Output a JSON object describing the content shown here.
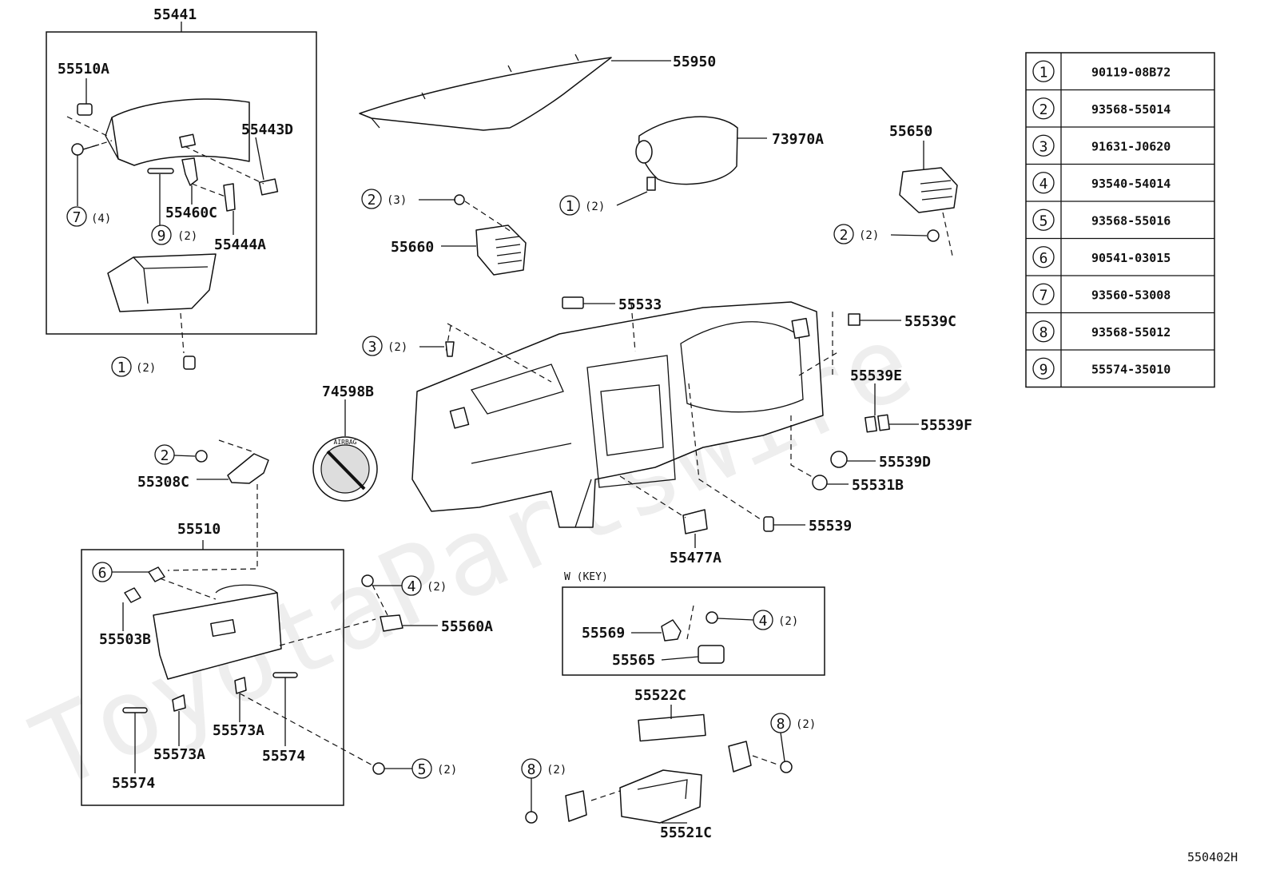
{
  "watermark": "ToyotaPartsWire",
  "diagram_code": "550402H",
  "key_box_title": "W (KEY)",
  "legend": [
    {
      "num": "1",
      "part": "90119-08B72"
    },
    {
      "num": "2",
      "part": "93568-55014"
    },
    {
      "num": "3",
      "part": "91631-J0620"
    },
    {
      "num": "4",
      "part": "93540-54014"
    },
    {
      "num": "5",
      "part": "93568-55016"
    },
    {
      "num": "6",
      "part": "90541-03015"
    },
    {
      "num": "7",
      "part": "93560-53008"
    },
    {
      "num": "8",
      "part": "93568-55012"
    },
    {
      "num": "9",
      "part": "55574-35010"
    }
  ],
  "parts": [
    "55441",
    "55510A",
    "55443D",
    "55460C",
    "55444A",
    "55950",
    "73970A",
    "55650",
    "55660",
    "55533",
    "55539C",
    "55539E",
    "55539F",
    "55539D",
    "55531B",
    "55539",
    "55477A",
    "74598B",
    "55308C",
    "55510",
    "55503B",
    "55560A",
    "55569",
    "55565",
    "55522C",
    "55521C",
    "55573A",
    "55574"
  ],
  "callouts": [
    {
      "num": "7",
      "qty": "(4)"
    },
    {
      "num": "9",
      "qty": "(2)"
    },
    {
      "num": "1",
      "qty": "(2)"
    },
    {
      "num": "2",
      "qty": "(3)"
    },
    {
      "num": "1",
      "qty": "(2)"
    },
    {
      "num": "2",
      "qty": "(2)"
    },
    {
      "num": "3",
      "qty": "(2)"
    },
    {
      "num": "2",
      "qty": ""
    },
    {
      "num": "6",
      "qty": ""
    },
    {
      "num": "4",
      "qty": "(2)"
    },
    {
      "num": "4",
      "qty": "(2)"
    },
    {
      "num": "5",
      "qty": "(2)"
    },
    {
      "num": "8",
      "qty": "(2)"
    },
    {
      "num": "8",
      "qty": "(2)"
    }
  ],
  "airbag_label": "AIRBAG"
}
